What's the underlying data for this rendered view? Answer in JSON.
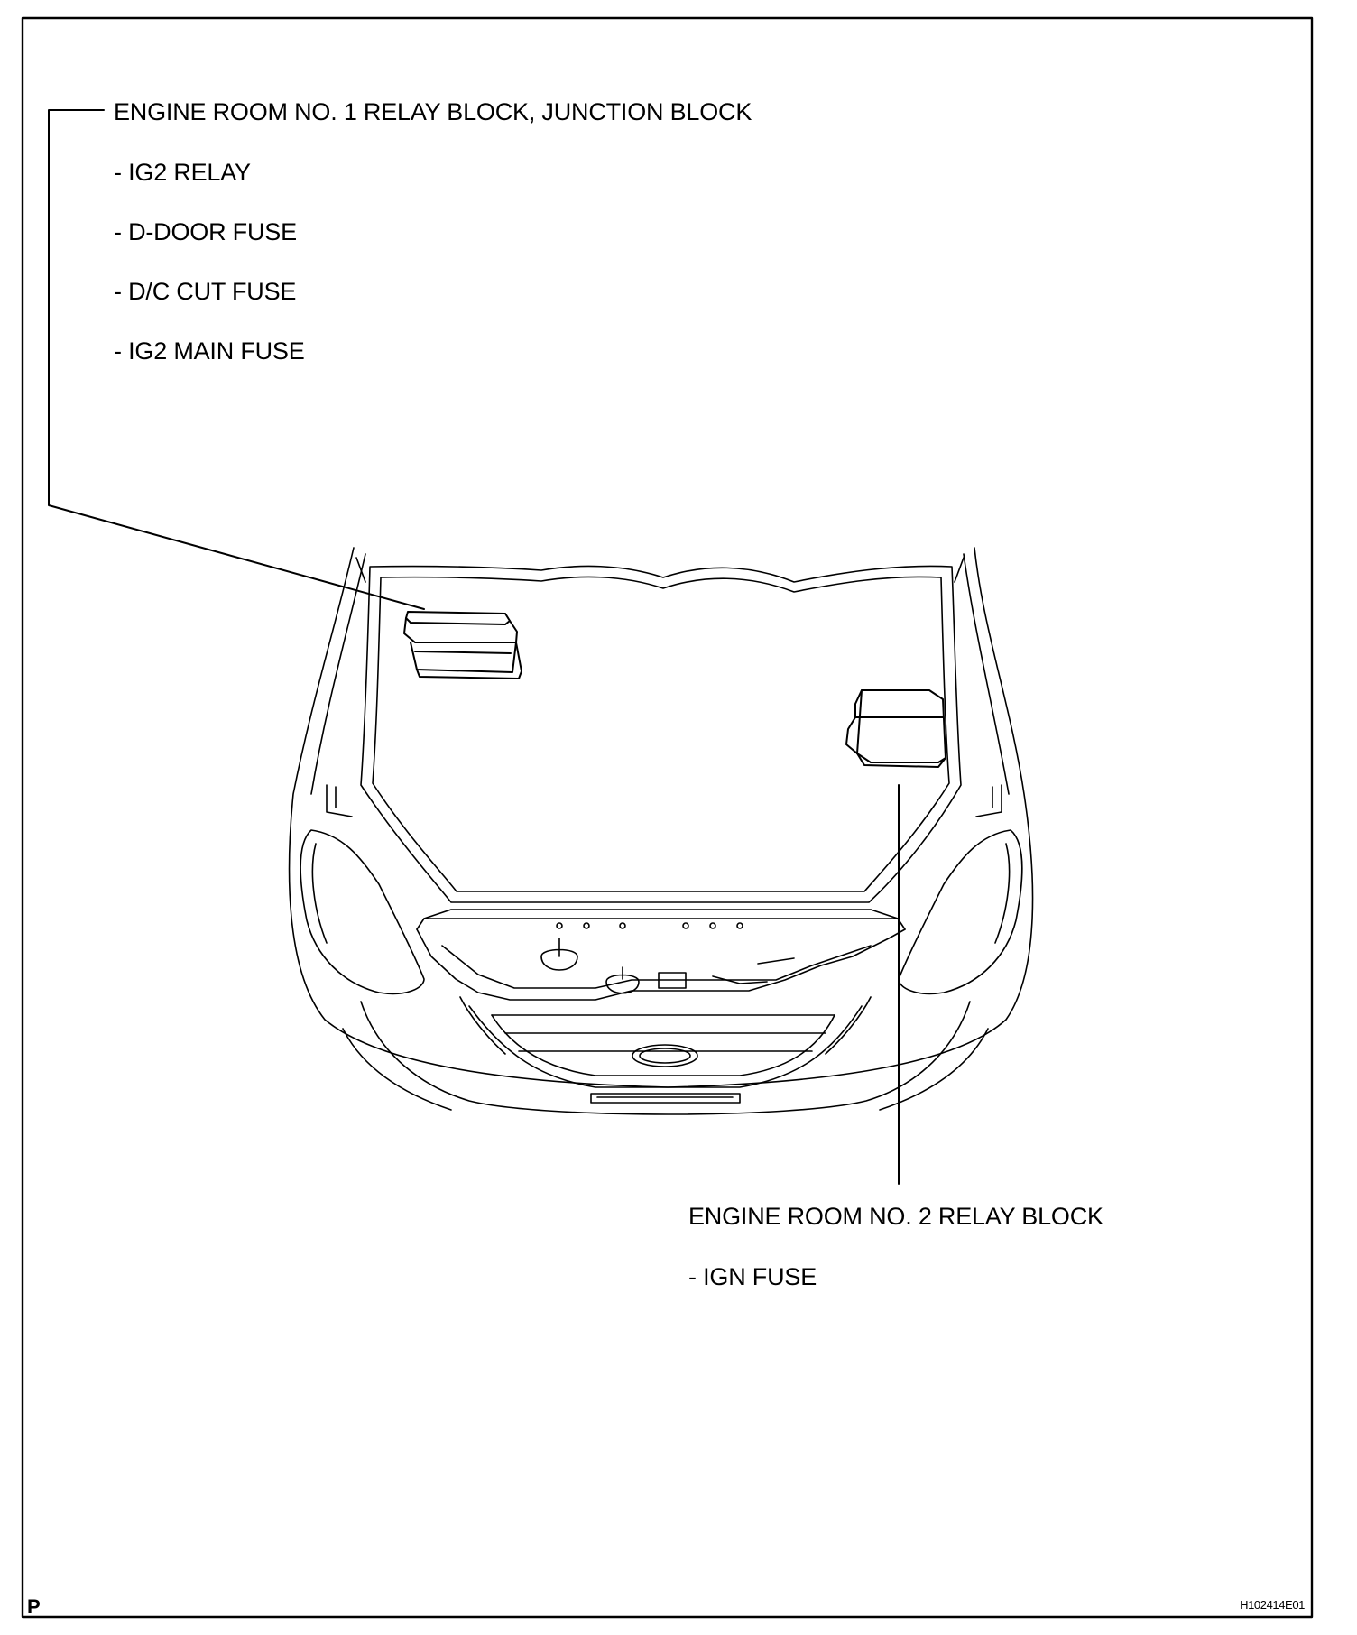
{
  "callouts": {
    "block1": {
      "title": "ENGINE ROOM NO. 1 RELAY BLOCK, JUNCTION BLOCK",
      "items": [
        "- IG2 RELAY",
        "- D-DOOR FUSE",
        "- D/C CUT FUSE",
        "- IG2 MAIN FUSE"
      ]
    },
    "block2": {
      "title": "ENGINE ROOM NO. 2 RELAY BLOCK",
      "items": [
        "- IGN FUSE"
      ]
    }
  },
  "footer": {
    "corner_mark": "P",
    "figure_code": "H102414E01"
  }
}
